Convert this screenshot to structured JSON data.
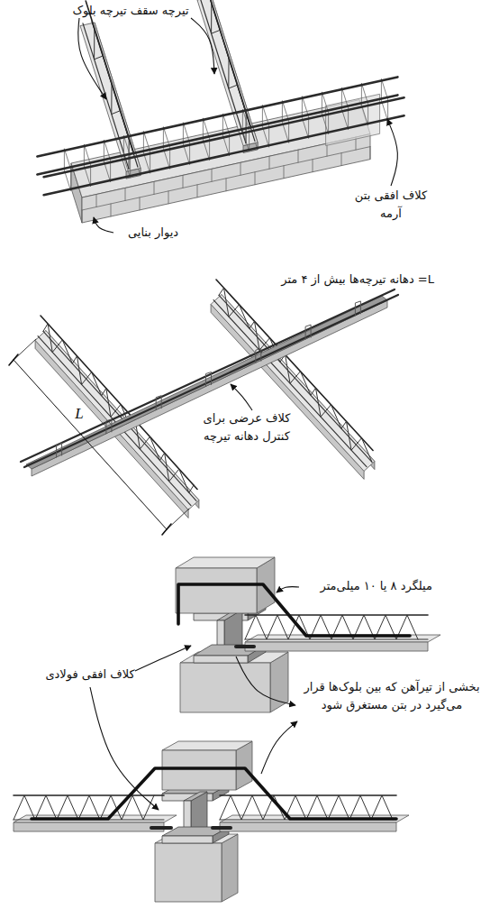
{
  "diagram": {
    "labels": [
      "تیرچه سقف تیرچه بلوک",
      "کلاف افقی بتن آرمه",
      "دیوار بنایی",
      "L= دهانه تیرچه‌ها بیش از ۴ متر",
      "L",
      "کلاف عرضی برای کنترل دهانه تیرچه",
      "میلگرد ۸ یا ۱۰ میلی‌متر",
      "کلاف افقی فولادی",
      "بخشی از تیرآهن که بین بلوک‌ها قرار می‌گیرد در بتن مستغرق شود"
    ]
  }
}
